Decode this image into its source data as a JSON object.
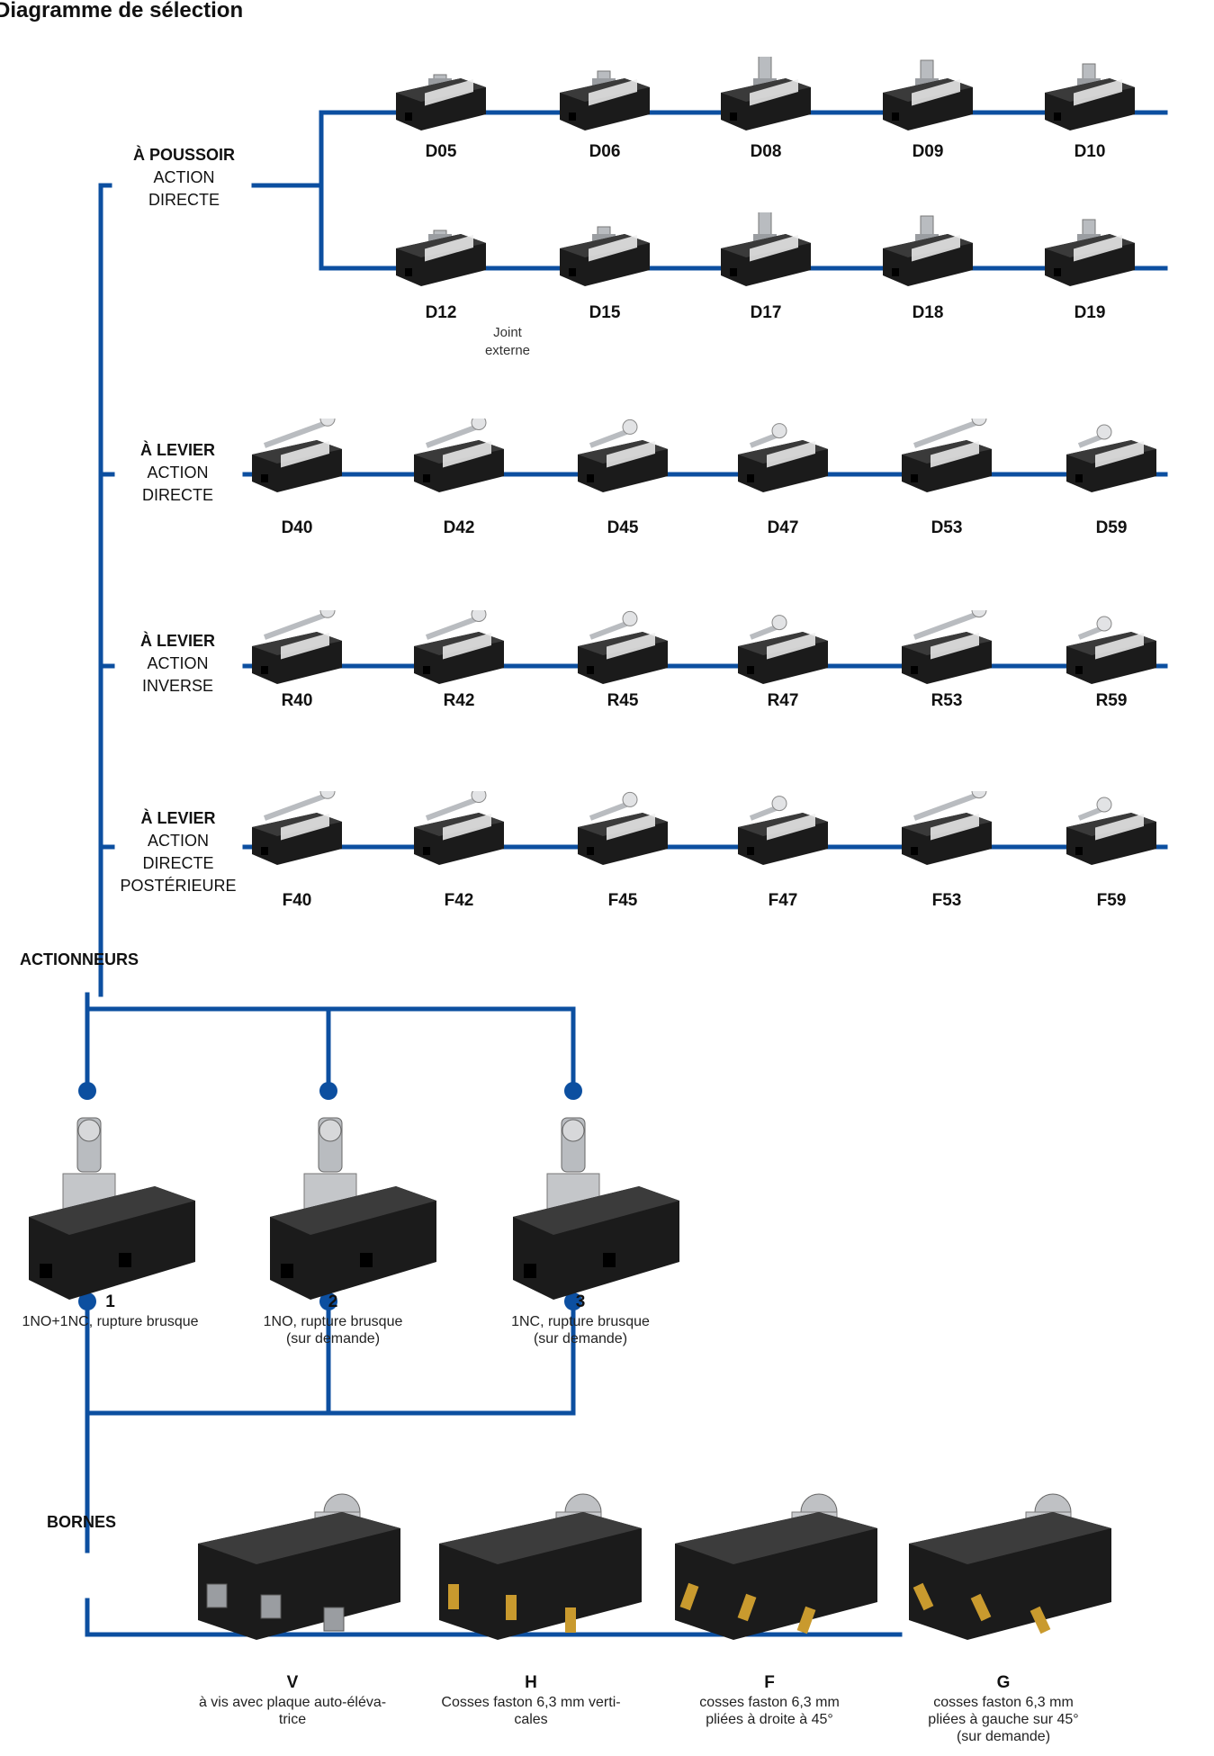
{
  "title": "Diagramme de sélection",
  "colors": {
    "line": "#0c4fa0",
    "body": "#1b1b1b",
    "metal": "#b9bcc0",
    "brass": "#c99a2e"
  },
  "groups": [
    {
      "title": "À POUSSOIR",
      "sub": [
        "ACTION",
        "DIRECTE"
      ]
    },
    {
      "title": "À LEVIER",
      "sub": [
        "ACTION",
        "DIRECTE"
      ]
    },
    {
      "title": "À LEVIER",
      "sub": [
        "ACTION",
        "INVERSE"
      ]
    },
    {
      "title": "À LEVIER",
      "sub": [
        "ACTION",
        "DIRECTE",
        "POSTÉRIEURE"
      ]
    }
  ],
  "plunger_row1": [
    "D05",
    "D06",
    "D08",
    "D09",
    "D10"
  ],
  "plunger_row2": [
    "D12",
    "D15",
    "D17",
    "D18",
    "D19"
  ],
  "d12_note": [
    "Joint",
    "externe"
  ],
  "lever_direct": [
    "D40",
    "D42",
    "D45",
    "D47",
    "D53",
    "D59"
  ],
  "lever_inverse": [
    "R40",
    "R42",
    "R45",
    "R47",
    "R53",
    "R59"
  ],
  "lever_rear": [
    "F40",
    "F42",
    "F45",
    "F47",
    "F53",
    "F59"
  ],
  "sections": {
    "actuators": "ACTIONNEURS",
    "terminals": "BORNES"
  },
  "contacts": [
    {
      "code": "1",
      "lines": [
        "1NO+1NC, rupture brusque"
      ]
    },
    {
      "code": "2",
      "lines": [
        "1NO, rupture brusque",
        "(sur demande)"
      ]
    },
    {
      "code": "3",
      "lines": [
        "1NC, rupture brusque",
        "(sur demande)"
      ]
    }
  ],
  "terminals": [
    {
      "code": "V",
      "lines": [
        "à vis avec plaque auto-éléva-",
        "trice"
      ]
    },
    {
      "code": "H",
      "lines": [
        "Cosses faston 6,3 mm verti-",
        "cales"
      ]
    },
    {
      "code": "F",
      "lines": [
        "cosses faston 6,3 mm",
        "pliées à droite à 45°"
      ]
    },
    {
      "code": "G",
      "lines": [
        "cosses faston 6,3 mm",
        "pliées à gauche sur 45°",
        "(sur demande)"
      ]
    }
  ]
}
